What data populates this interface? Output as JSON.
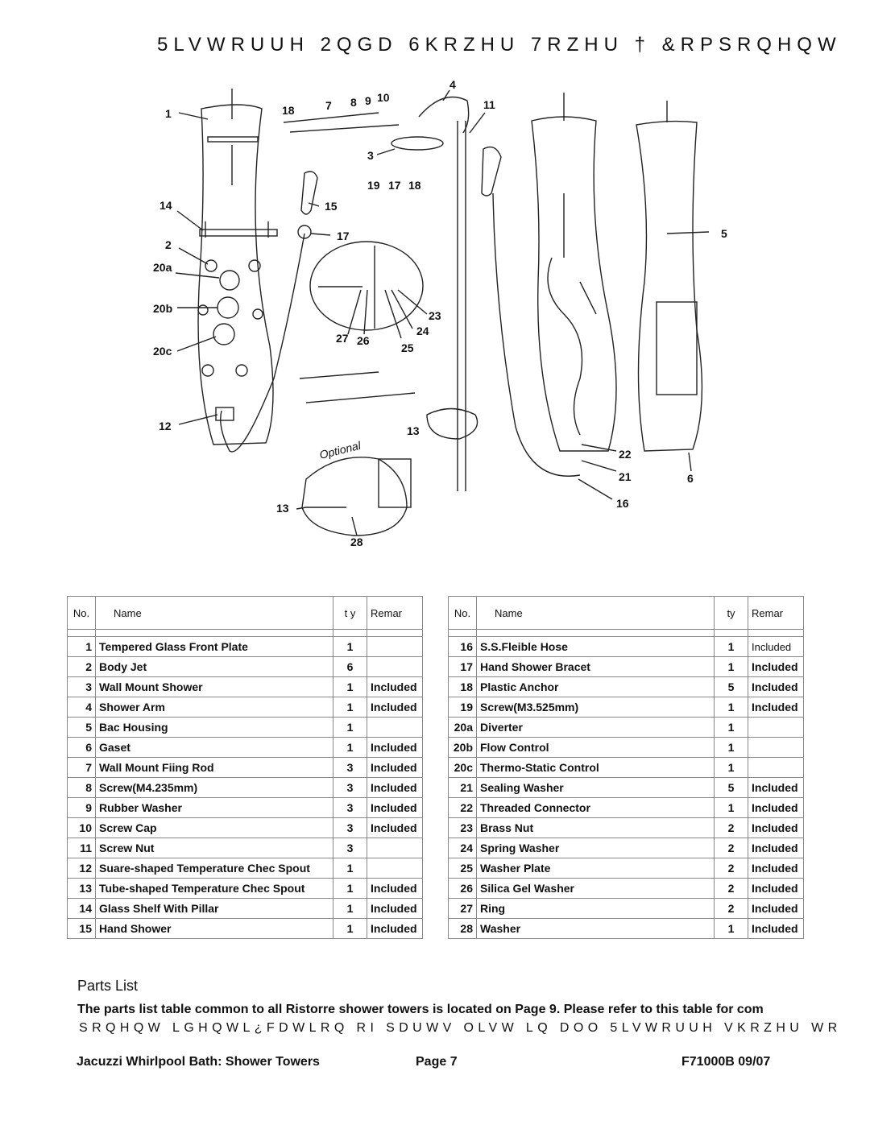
{
  "page_title": "5LVWRUUH  2QGD  6KRZHU 7RZHU † &RPSRQHQW",
  "diagram": {
    "callouts": [
      "1",
      "18",
      "7",
      "8",
      "9",
      "10",
      "4",
      "11",
      "3",
      "19",
      "17",
      "18",
      "14",
      "15",
      "17",
      "5",
      "2",
      "20a",
      "20b",
      "20c",
      "23",
      "24",
      "27",
      "26",
      "25",
      "12",
      "13",
      "22",
      "21",
      "6",
      "16",
      "13",
      "28"
    ],
    "optional_label": "Optional"
  },
  "table_headers": {
    "no": "No.",
    "name": "Name",
    "qty_left": "t  y",
    "qty_right": "ty",
    "remarks": "Remar"
  },
  "parts_left": [
    {
      "no": "1",
      "name": "Tempered Glass Front  Plate",
      "qty": "1",
      "remarks": ""
    },
    {
      "no": "2",
      "name": "Body Jet",
      "qty": "6",
      "remarks": ""
    },
    {
      "no": "3",
      "name": "Wall Mount Shower",
      "qty": "1",
      "remarks": "Included"
    },
    {
      "no": "4",
      "name": "Shower  Arm",
      "qty": "1",
      "remarks": "Included"
    },
    {
      "no": "5",
      "name": "Bac Housing",
      "qty": "1",
      "remarks": ""
    },
    {
      "no": "6",
      "name": "Gaset",
      "qty": "1",
      "remarks": "Included"
    },
    {
      "no": "7",
      "name": "Wall Mount Fiing Rod",
      "qty": "3",
      "remarks": "Included"
    },
    {
      "no": "8",
      "name": "Screw(M4.235mm)",
      "qty": "3",
      "remarks": "Included"
    },
    {
      "no": "9",
      "name": "Rubber Washer",
      "qty": "3",
      "remarks": "Included"
    },
    {
      "no": "10",
      "name": "Screw Cap",
      "qty": "3",
      "remarks": "Included"
    },
    {
      "no": "11",
      "name": "Screw Nut",
      "qty": "3",
      "remarks": ""
    },
    {
      "no": "12",
      "name": "Suare-shaped Temperature Chec Spout",
      "qty": "1",
      "remarks": ""
    },
    {
      "no": "13",
      "name": "Tube-shaped Temperature Chec Spout",
      "qty": "1",
      "remarks": "Included"
    },
    {
      "no": "14",
      "name": "Glass Shelf With Pillar",
      "qty": "1",
      "remarks": "Included"
    },
    {
      "no": "15",
      "name": "Hand Shower",
      "qty": "1",
      "remarks": "Included"
    }
  ],
  "parts_right": [
    {
      "no": "16",
      "name": "S.S.Fleible Hose",
      "qty": "1",
      "remarks": "Included"
    },
    {
      "no": "17",
      "name": "Hand Shower Bracet",
      "qty": "1",
      "remarks": "Included"
    },
    {
      "no": "18",
      "name": "Plastic Anchor",
      "qty": "5",
      "remarks": "Included"
    },
    {
      "no": "19",
      "name": "Screw(M3.525mm)",
      "qty": "1",
      "remarks": "Included"
    },
    {
      "no": "20a",
      "name": "Diverter",
      "qty": "1",
      "remarks": ""
    },
    {
      "no": "20b",
      "name": "Flow Control",
      "qty": "1",
      "remarks": ""
    },
    {
      "no": "20c",
      "name": "Thermo-Static Control",
      "qty": "1",
      "remarks": ""
    },
    {
      "no": "21",
      "name": "Sealing Washer",
      "qty": "5",
      "remarks": "Included"
    },
    {
      "no": "22",
      "name": "Threaded Connector",
      "qty": "1",
      "remarks": "Included"
    },
    {
      "no": "23",
      "name": "Brass Nut",
      "qty": "2",
      "remarks": "Included"
    },
    {
      "no": "24",
      "name": "Spring Washer",
      "qty": "2",
      "remarks": "Included"
    },
    {
      "no": "25",
      "name": "Washer Plate",
      "qty": "2",
      "remarks": "Included"
    },
    {
      "no": "26",
      "name": "Silica Gel Washer",
      "qty": "2",
      "remarks": "Included"
    },
    {
      "no": "27",
      "name": "Ring",
      "qty": "2",
      "remarks": "Included"
    },
    {
      "no": "28",
      "name": "Washer",
      "qty": "1",
      "remarks": "Included"
    }
  ],
  "section_heading": "Parts List",
  "intro_line1": "The parts list table common to all Ristorre shower towers is located on Page 9. Please refer to this table for com",
  "intro_line2": "SRQHQW LGHQWL¿FDWLRQ RI SDUWV OLVW LQ DOO 5LVWRUUH VKRZHU WR",
  "footer": {
    "left": "Jacuzzi Whirlpool Bath: Shower Towers",
    "center": "Page 7",
    "right": "F71000B  09/07"
  }
}
